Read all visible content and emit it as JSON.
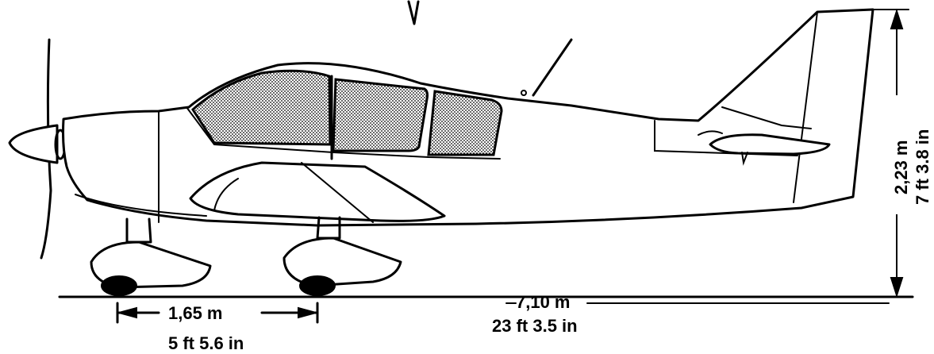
{
  "dimensions": {
    "wheelbase_m": "1,65 m",
    "wheelbase_imperial": "5 ft 5.6 in",
    "length_m": "7,10 m",
    "length_imperial": "23 ft 3.5 in",
    "height_m": "2,23 m",
    "height_imperial": "7 ft 3.8 in"
  }
}
